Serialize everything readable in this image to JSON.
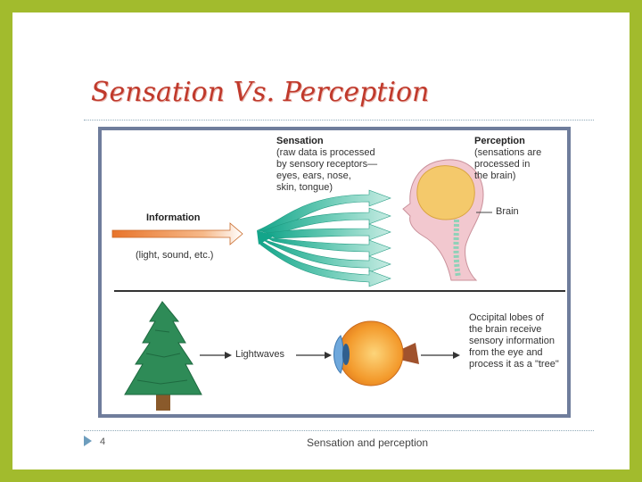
{
  "slide": {
    "title": "Sensation Vs. Perception",
    "footer_text": "Sensation and perception",
    "slide_number": "4"
  },
  "diagram": {
    "sensation_heading": "Sensation",
    "sensation_desc": "(raw data is processed\nby sensory receptors—\neyes, ears, nose,\nskin, tongue)",
    "perception_heading": "Perception",
    "perception_desc": "(sensations are\nprocessed in\nthe brain)",
    "information_heading": "Information",
    "information_desc": "(light, sound, etc.)",
    "brain_label": "Brain",
    "lightwaves_label": "Lightwaves",
    "occipital_text": "Occipital lobes of\nthe brain receive\nsensory information\nfrom the eye and\nprocess it as a \"tree\""
  },
  "colors": {
    "frame": "#a2bb2d",
    "title": "#c0392b",
    "diagram_border": "#6f7d9c",
    "arrow_orange": "#e8742a",
    "sensation_teal": "#2fb39a",
    "tree_green": "#2e8b57",
    "brain_yellow": "#f4c96b",
    "head_pink": "#f2c8cf"
  },
  "icons": [
    "tree-icon",
    "eye-icon",
    "head-icon",
    "brain-icon",
    "arrow-right-icon"
  ]
}
